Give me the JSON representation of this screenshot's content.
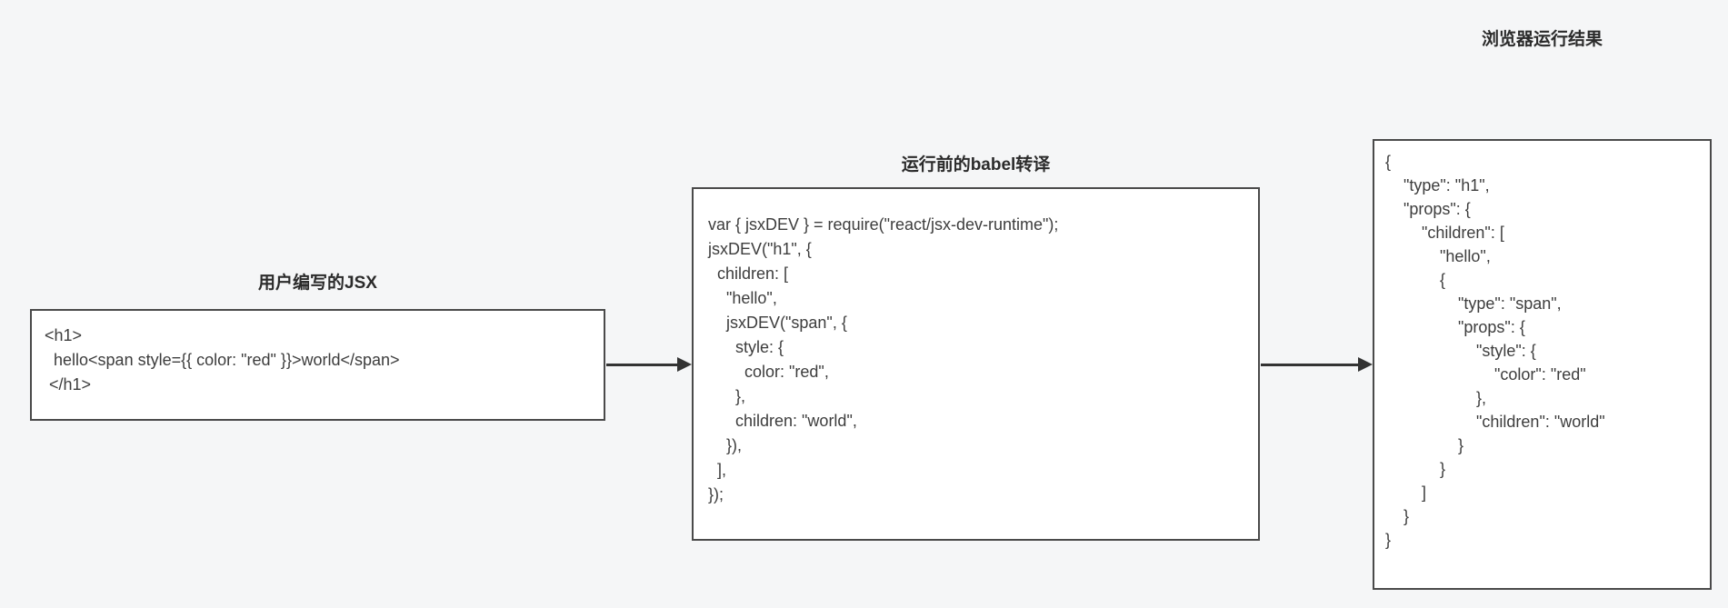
{
  "colors": {
    "page_background": "#f5f6f7",
    "box_background": "#ffffff",
    "box_border": "#4a4a4a",
    "code_text": "#3d3d3d",
    "title_text": "#2b2b2b",
    "arrow": "#333333",
    "jsx_red_value": "red"
  },
  "diagram": {
    "jsx_box": {
      "title": "用户编写的JSX",
      "code": "<h1>\n  hello<span style={{ color: \"red\" }}>world</span>\n </h1>"
    },
    "babel_box": {
      "title": "运行前的babel转译",
      "code": "var { jsxDEV } = require(\"react/jsx-dev-runtime\");\njsxDEV(\"h1\", {\n  children: [\n    \"hello\",\n    jsxDEV(\"span\", {\n      style: {\n        color: \"red\",\n      },\n      children: \"world\",\n    }),\n  ],\n});"
    },
    "result_box": {
      "title": "浏览器运行结果",
      "code": "{\n    \"type\": \"h1\",\n    \"props\": {\n        \"children\": [\n            \"hello\",\n            {\n                \"type\": \"span\",\n                \"props\": {\n                    \"style\": {\n                        \"color\": \"red\"\n                    },\n                    \"children\": \"world\"\n                }\n            }\n        ]\n    }\n}"
    }
  }
}
